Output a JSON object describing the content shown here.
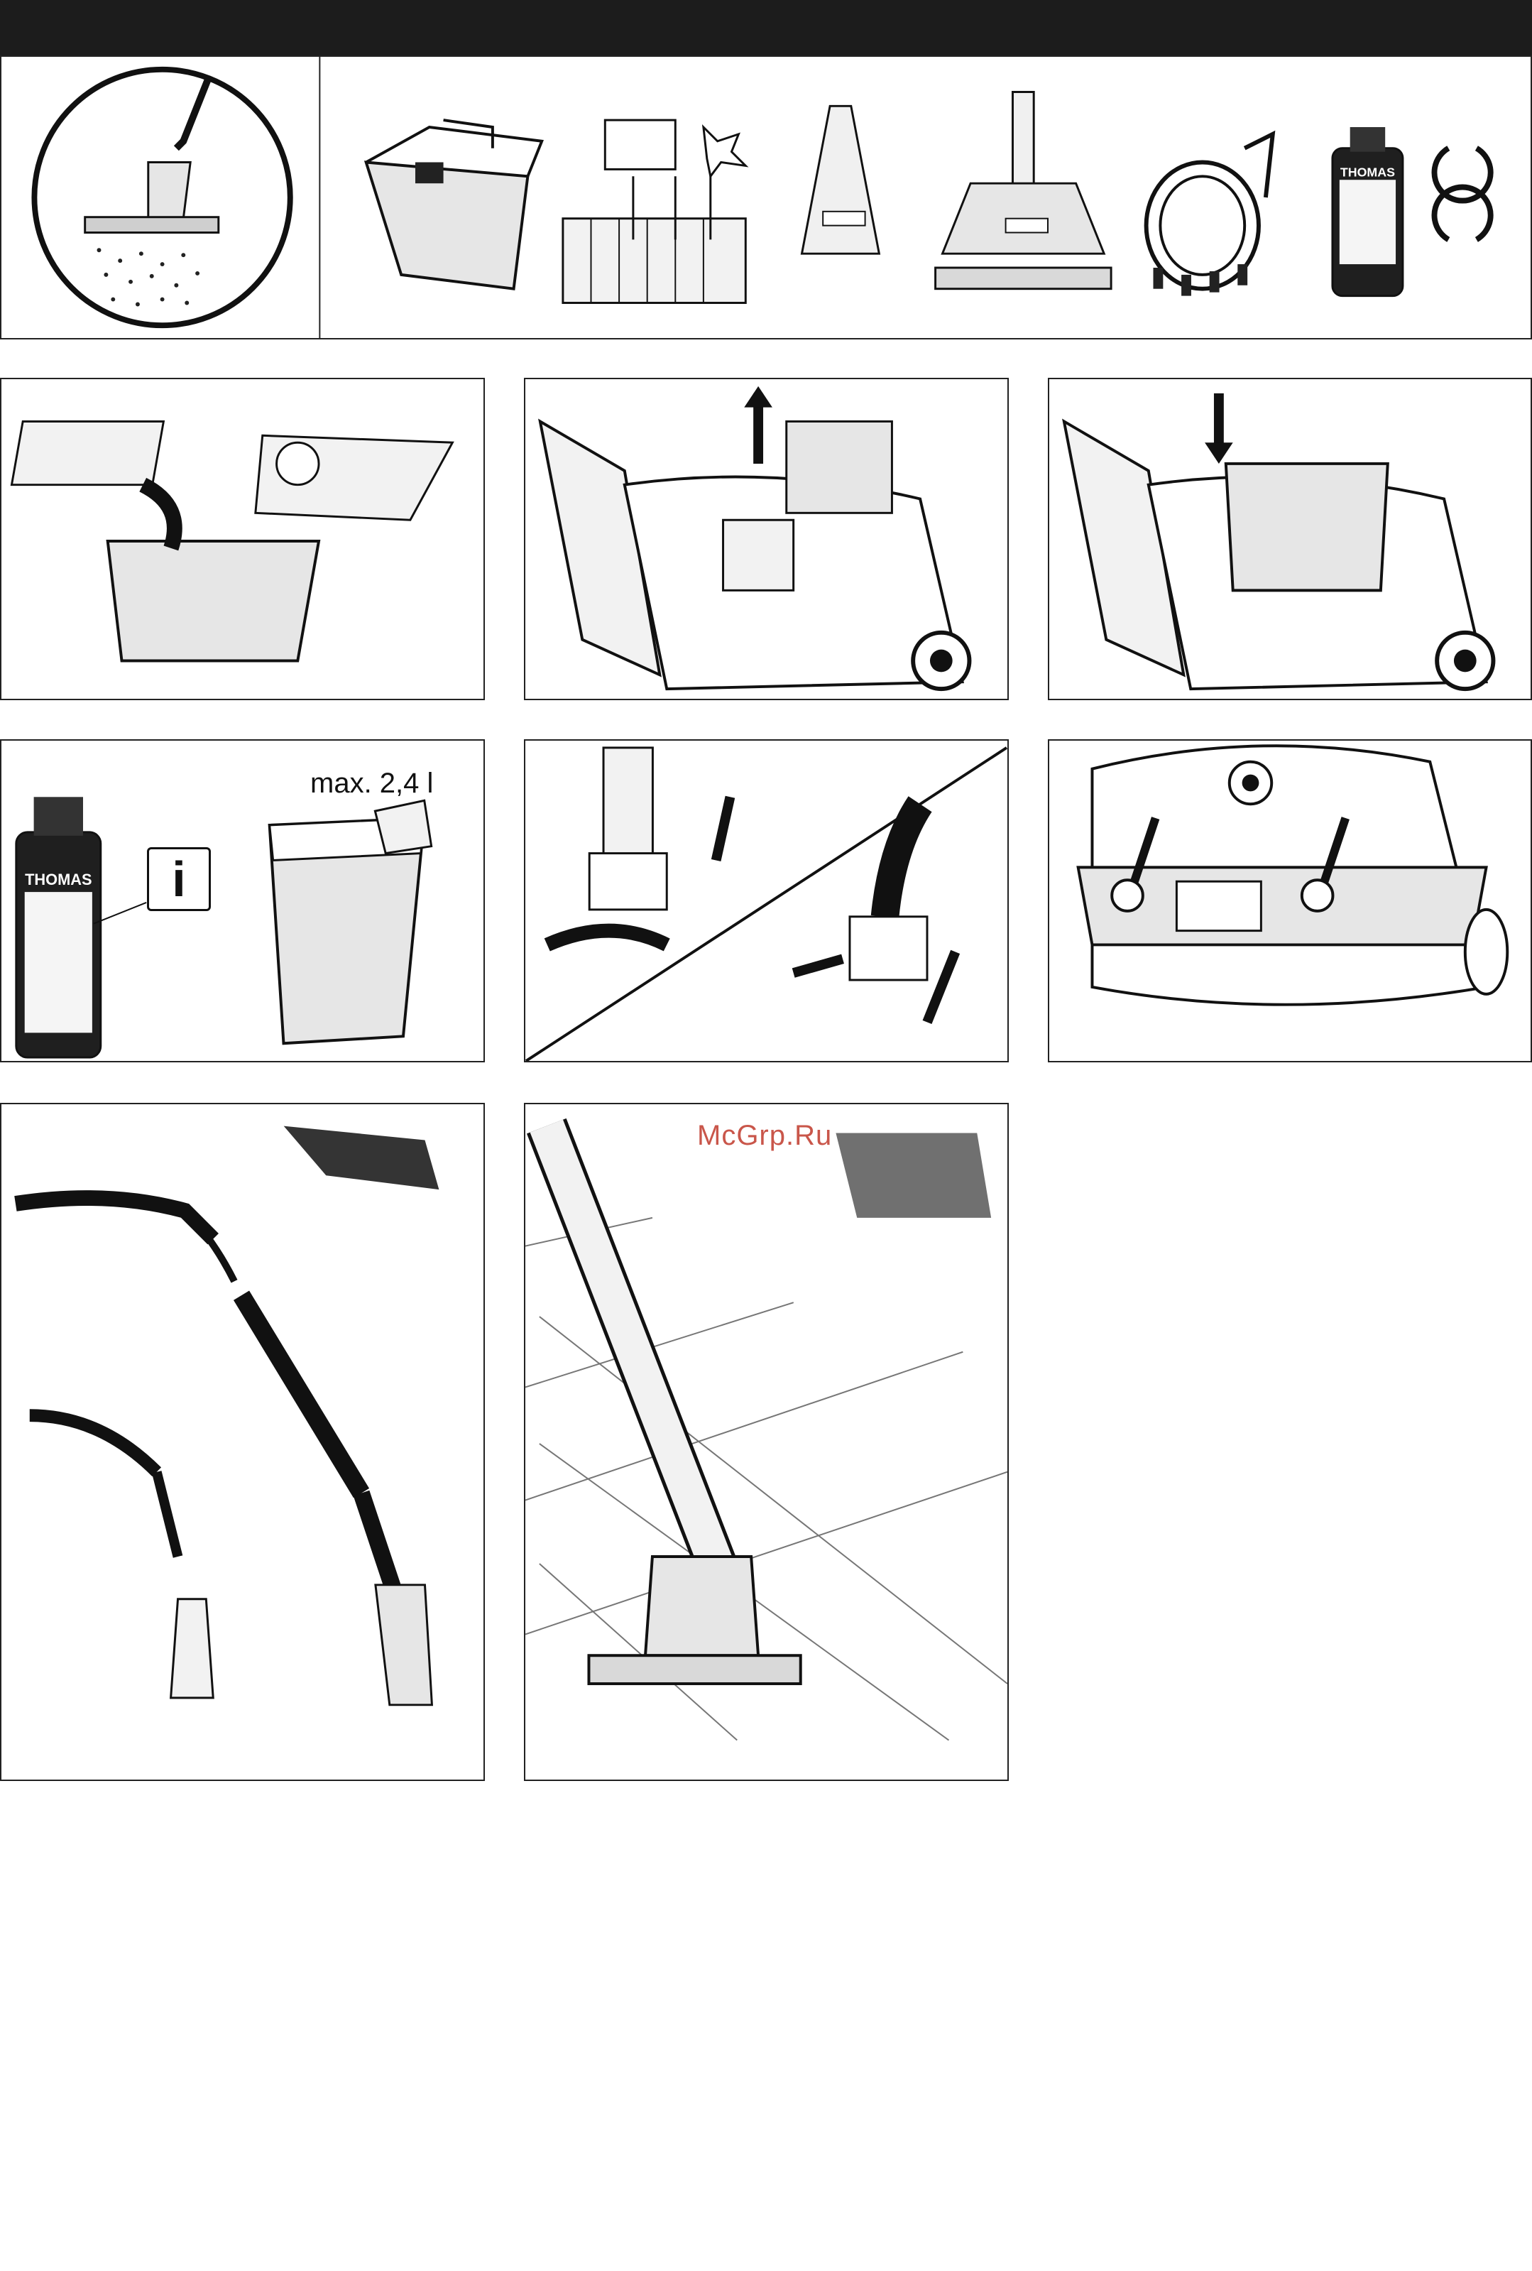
{
  "header": {
    "bar_color": "#1c1c1c"
  },
  "brand": {
    "bottle_label": "THOMAS"
  },
  "panels": {
    "water_tank": {
      "capacity_label": "max. 2,4 l"
    },
    "info": {
      "icon_glyph": "i"
    }
  },
  "watermark": {
    "text": "McGrp.Ru"
  },
  "colors": {
    "line": "#1a1a1a",
    "light_fill": "#e6e6e6",
    "mid_fill": "#bdbdbd",
    "dark_fill": "#222222"
  }
}
